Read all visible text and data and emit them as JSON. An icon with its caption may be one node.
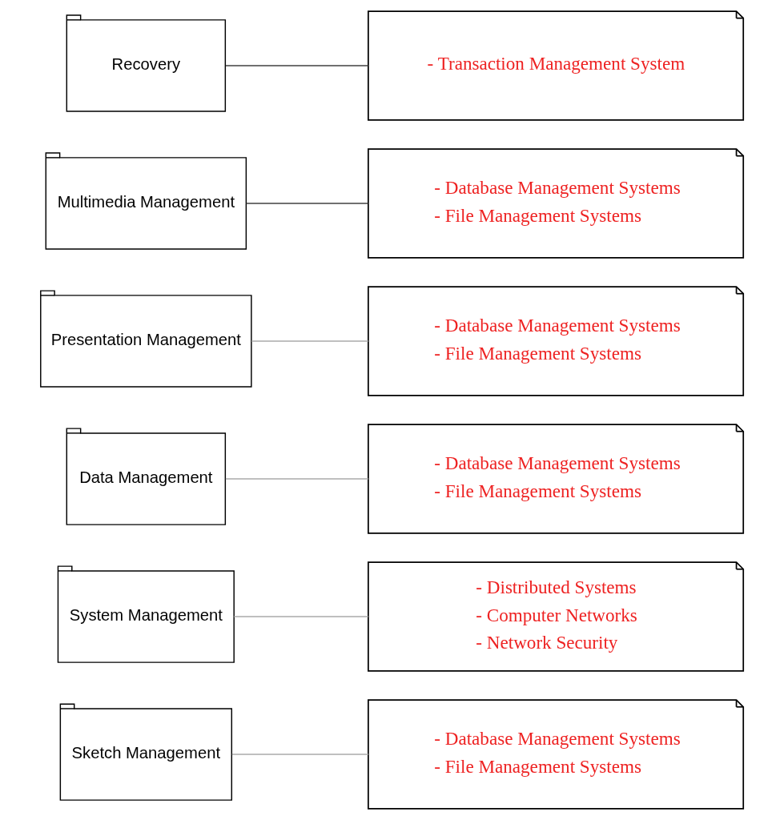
{
  "diagram": {
    "nodes": [
      {
        "text": [
          "Sketch Management"
        ]
      },
      {
        "text": [
          "- Database Management Systems",
          "- File Management Systems"
        ]
      },
      {
        "text": [
          "System Management"
        ]
      },
      {
        "text": [
          "- Distributed Systems",
          "- Computer Networks",
          "- Network Security"
        ]
      },
      {
        "text": [
          "Data Management"
        ]
      },
      {
        "text": [
          "- Database Management Systems",
          "- File Management Systems"
        ]
      },
      {
        "text": [
          "Presentation Management"
        ]
      },
      {
        "text": [
          "- Database Management Systems",
          "- File Management Systems"
        ]
      },
      {
        "text": [
          "Multimedia Management"
        ]
      },
      {
        "text": [
          "- Database Management Systems",
          "- File Management Systems"
        ]
      },
      {
        "text": [
          "Recovery"
        ]
      },
      {
        "text": [
          "- Transaction Management System"
        ]
      }
    ],
    "edges": [
      {
        "from": 0,
        "to": 1,
        "arrow": "none"
      },
      {
        "from": 2,
        "to": 3,
        "arrow": "none"
      },
      {
        "from": 4,
        "to": 5,
        "arrow": "none"
      },
      {
        "from": 6,
        "to": 7,
        "arrow": "none"
      },
      {
        "from": 8,
        "to": 9,
        "arrow": "none",
        "color": "#404040"
      },
      {
        "from": 10,
        "to": 11,
        "arrow": "none",
        "color": "#404040"
      }
    ]
  }
}
